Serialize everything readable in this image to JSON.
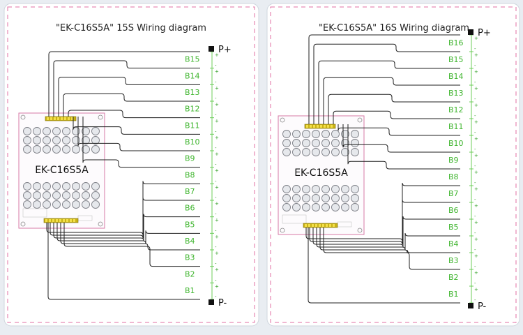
{
  "colors": {
    "page_bg": "#e9edf2",
    "panel_bg": "#ffffff",
    "panel_border": "#cfd6de",
    "dash_border": "#e26fa3",
    "wire": "#1f1f1f",
    "cell_label": "#3fb52e",
    "cell_line": "#6ccd5a",
    "cell_sign": "#2f9e23",
    "board_border": "#d779a6",
    "connector_pin": "#c9b216",
    "terminal": "#111111"
  },
  "diagrams": [
    {
      "title": "\"EK-C16S5A\"  15S Wiring diagram",
      "board_label": "EK-C16S5A",
      "pos_terminal": "P+",
      "neg_terminal": "P-",
      "cells": [
        "B15",
        "B14",
        "B13",
        "B12",
        "B11",
        "B10",
        "B9",
        "B8",
        "B7",
        "B6",
        "B5",
        "B4",
        "B3",
        "B2",
        "B1"
      ]
    },
    {
      "title": "\"EK-C16S5A\"  16S Wiring diagram",
      "board_label": "EK-C16S5A",
      "pos_terminal": "P+",
      "neg_terminal": "P-",
      "cells": [
        "B16",
        "B15",
        "B14",
        "B13",
        "B12",
        "B11",
        "B10",
        "B9",
        "B8",
        "B7",
        "B6",
        "B5",
        "B4",
        "B3",
        "B2",
        "B1"
      ]
    }
  ],
  "signs": {
    "plus": "+",
    "minus": "-"
  }
}
